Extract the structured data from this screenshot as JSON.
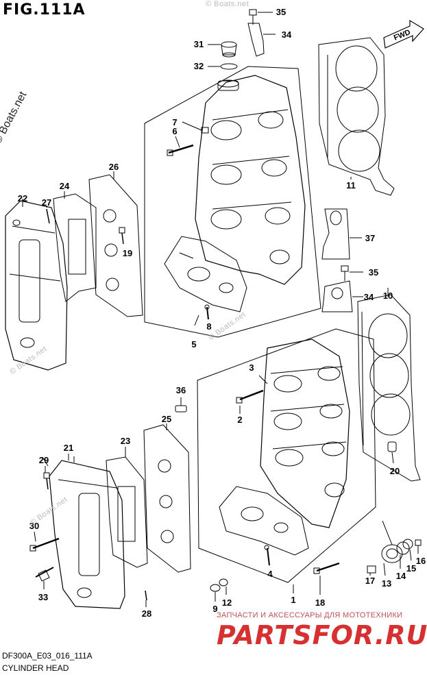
{
  "figure": {
    "title": "FIG.111A",
    "code": "DF300A_E03_016_111A",
    "name": "CYLINDER HEAD",
    "direction_label": "FWD"
  },
  "watermarks": {
    "site": "© Boats.net",
    "shop_tagline": "ЗАПЧАСТИ И АКСЕССУАРЫ ДЛЯ МОТОТЕХНИКИ",
    "shop_logo": "PARTSFOR.RU"
  },
  "callouts": [
    "1",
    "2",
    "3",
    "4",
    "5",
    "6",
    "7",
    "8",
    "9",
    "10",
    "11",
    "12",
    "13",
    "14",
    "15",
    "16",
    "17",
    "18",
    "19",
    "20",
    "21",
    "22",
    "23",
    "24",
    "25",
    "26",
    "27",
    "28",
    "29",
    "30",
    "31",
    "32",
    "33",
    "34",
    "35",
    "36",
    "37"
  ],
  "colors": {
    "line": "#000000",
    "watermark_red": "#d63030",
    "watermark_gray": "#b9b9b9"
  }
}
